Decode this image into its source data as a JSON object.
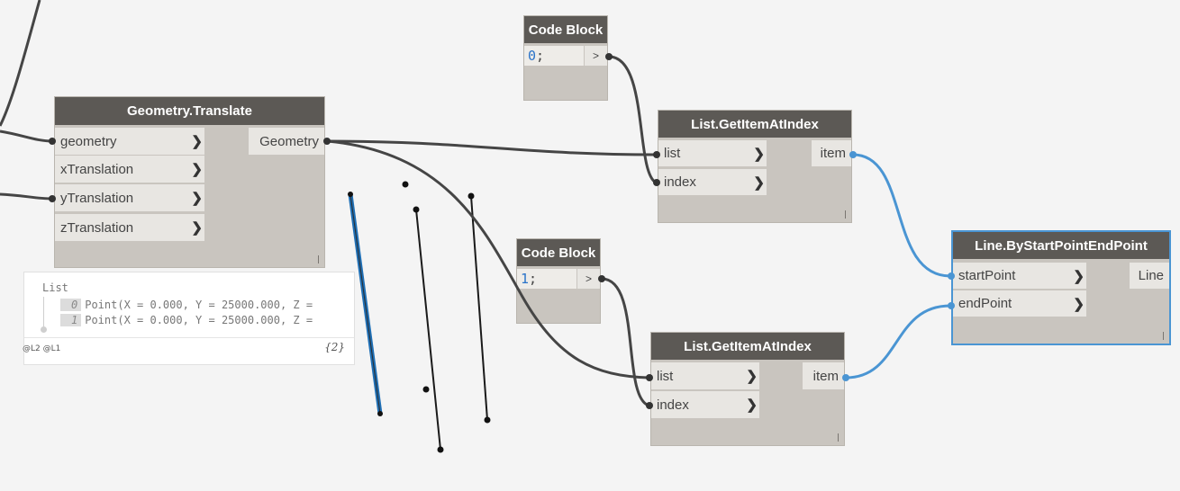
{
  "nodes": {
    "translate": {
      "title": "Geometry.Translate",
      "inputs": [
        "geometry",
        "xTranslation",
        "yTranslation",
        "zTranslation"
      ],
      "output": "Geometry"
    },
    "code_block_0": {
      "title": "Code Block",
      "value": "0",
      "semicolon": ";",
      "output_glyph": ">"
    },
    "code_block_1": {
      "title": "Code Block",
      "value": "1",
      "semicolon": ";",
      "output_glyph": ">"
    },
    "get_item_0": {
      "title": "List.GetItemAtIndex",
      "inputs": [
        "list",
        "index"
      ],
      "output": "item"
    },
    "get_item_1": {
      "title": "List.GetItemAtIndex",
      "inputs": [
        "list",
        "index"
      ],
      "output": "item"
    },
    "line": {
      "title": "Line.ByStartPointEndPoint",
      "inputs": [
        "startPoint",
        "endPoint"
      ],
      "output": "Line"
    }
  },
  "preview": {
    "title": "List",
    "items": [
      {
        "index": "0",
        "text": "Point(X = 0.000, Y = 25000.000, Z ="
      },
      {
        "index": "1",
        "text": "Point(X = 0.000, Y = 25000.000, Z ="
      }
    ],
    "levels": "@L2 @L1",
    "count": "{2}"
  },
  "glyphs": {
    "port_chevron": "chevron-right-icon",
    "lacing": "lacing-icon"
  },
  "colors": {
    "canvas": "#f4f4f4",
    "node_title": "#5c5955",
    "node_body": "#c9c5bf",
    "wire": "#454545",
    "wire_selected": "#4a95d3",
    "code_number": "#2a73c9"
  }
}
